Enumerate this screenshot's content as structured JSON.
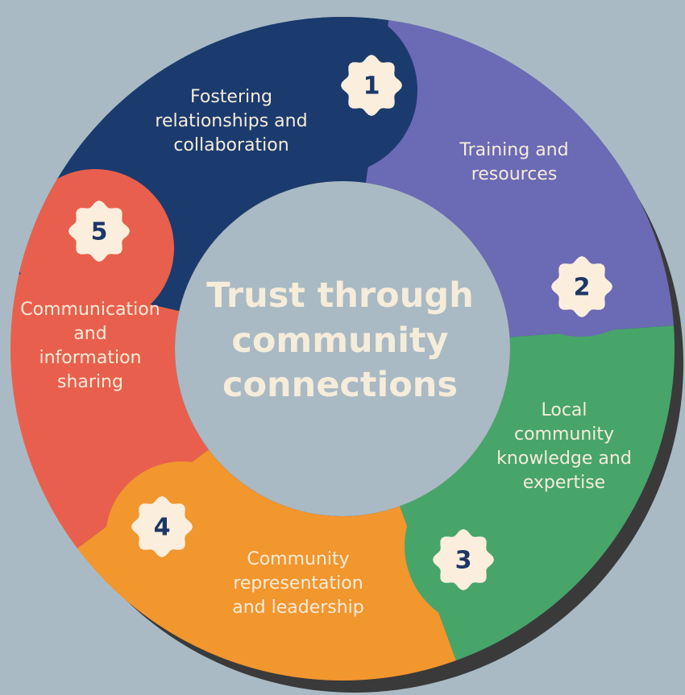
{
  "center_title": [
    "Trust through",
    "community",
    "connections"
  ],
  "segments": [
    {
      "number": "1",
      "label": [
        "Fostering",
        "relationships and",
        "collaboration"
      ],
      "color": "#1b3b6e"
    },
    {
      "number": "2",
      "label": [
        "Training and",
        "resources"
      ],
      "color": "#6b6ab4"
    },
    {
      "number": "3",
      "label": [
        "Local",
        "community",
        "knowledge and",
        "expertise"
      ],
      "color": "#47a56a"
    },
    {
      "number": "4",
      "label": [
        "Community",
        "representation",
        "and leadership"
      ],
      "color": "#f2962e"
    },
    {
      "number": "5",
      "label": [
        "Communication",
        "and",
        "information",
        "sharing"
      ],
      "color": "#e8604d"
    }
  ],
  "colors": {
    "background": "#a9bac4",
    "hole": "#a9bac4",
    "shadow": "#3a3a3a",
    "text": "#f6ecda",
    "badge": "#fbeedd",
    "badge_text": "#1c3766"
  }
}
